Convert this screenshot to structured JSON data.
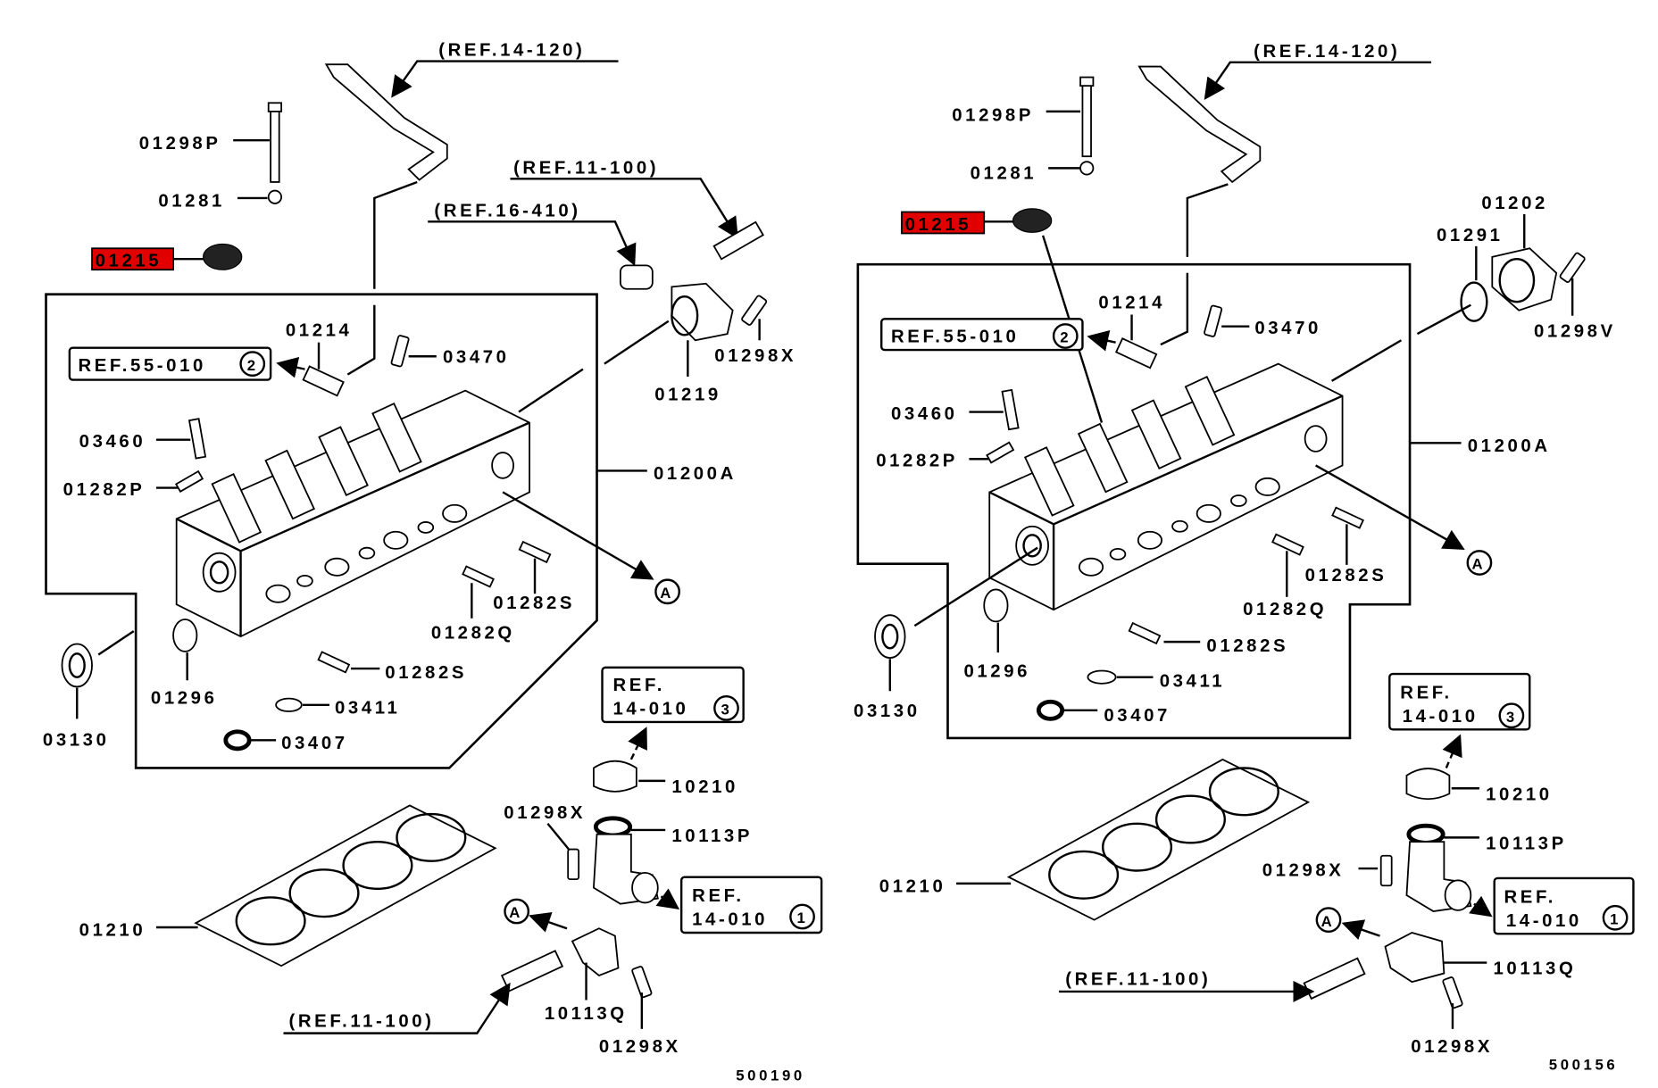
{
  "colors": {
    "highlight": "#e00000",
    "line": "#000000"
  },
  "left": {
    "ref_14_120": "(REF.14-120)",
    "ref_11_100_top": "(REF.11-100)",
    "ref_16_410": "(REF.16-410)",
    "ref_55_010": "REF.55-010",
    "ref_55_010_num": "2",
    "ref_14_010_a": "REF.",
    "ref_14_010_b": "14-010",
    "ref_14_010_num3": "3",
    "ref_14_010_num1": "1",
    "ref_11_100_bottom": "(REF.11-100)",
    "circle_a": "A",
    "highlighted": "01215",
    "labels": {
      "p01298P": "01298P",
      "p01281": "01281",
      "p01214": "01214",
      "p03470": "03470",
      "p03460": "03460",
      "p01282P": "01282P",
      "p01200A": "01200A",
      "p01282S_1": "01282S",
      "p01282Q": "01282Q",
      "p01282S_2": "01282S",
      "p03411": "03411",
      "p03407": "03407",
      "p01296": "01296",
      "p03130": "03130",
      "p01298X_1": "01298X",
      "p01219": "01219",
      "p10210": "10210",
      "p01298X_2": "01298X",
      "p10113P": "10113P",
      "p10113Q": "10113Q",
      "p01298X_3": "01298X",
      "p01210": "01210"
    },
    "diagram_id": "500190"
  },
  "right": {
    "ref_14_120": "(REF.14-120)",
    "ref_55_010": "REF.55-010",
    "ref_55_010_num": "2",
    "ref_14_010_a": "REF.",
    "ref_14_010_b": "14-010",
    "ref_14_010_num3": "3",
    "ref_14_010_num1": "1",
    "ref_11_100": "(REF.11-100)",
    "circle_a": "A",
    "highlighted": "01215",
    "labels": {
      "p01298P": "01298P",
      "p01281": "01281",
      "p01214": "01214",
      "p03470": "03470",
      "p03460": "03460",
      "p01282P": "01282P",
      "p01200A": "01200A",
      "p01202": "01202",
      "p01291": "01291",
      "p01298V": "01298V",
      "p01282S_1": "01282S",
      "p01282Q": "01282Q",
      "p01282S_2": "01282S",
      "p03411": "03411",
      "p03407": "03407",
      "p01296": "01296",
      "p03130": "03130",
      "p10210": "10210",
      "p10113P": "10113P",
      "p01298X_1": "01298X",
      "p01210": "01210",
      "p10113Q": "10113Q",
      "p01298X_2": "01298X"
    },
    "diagram_id": "500156"
  }
}
